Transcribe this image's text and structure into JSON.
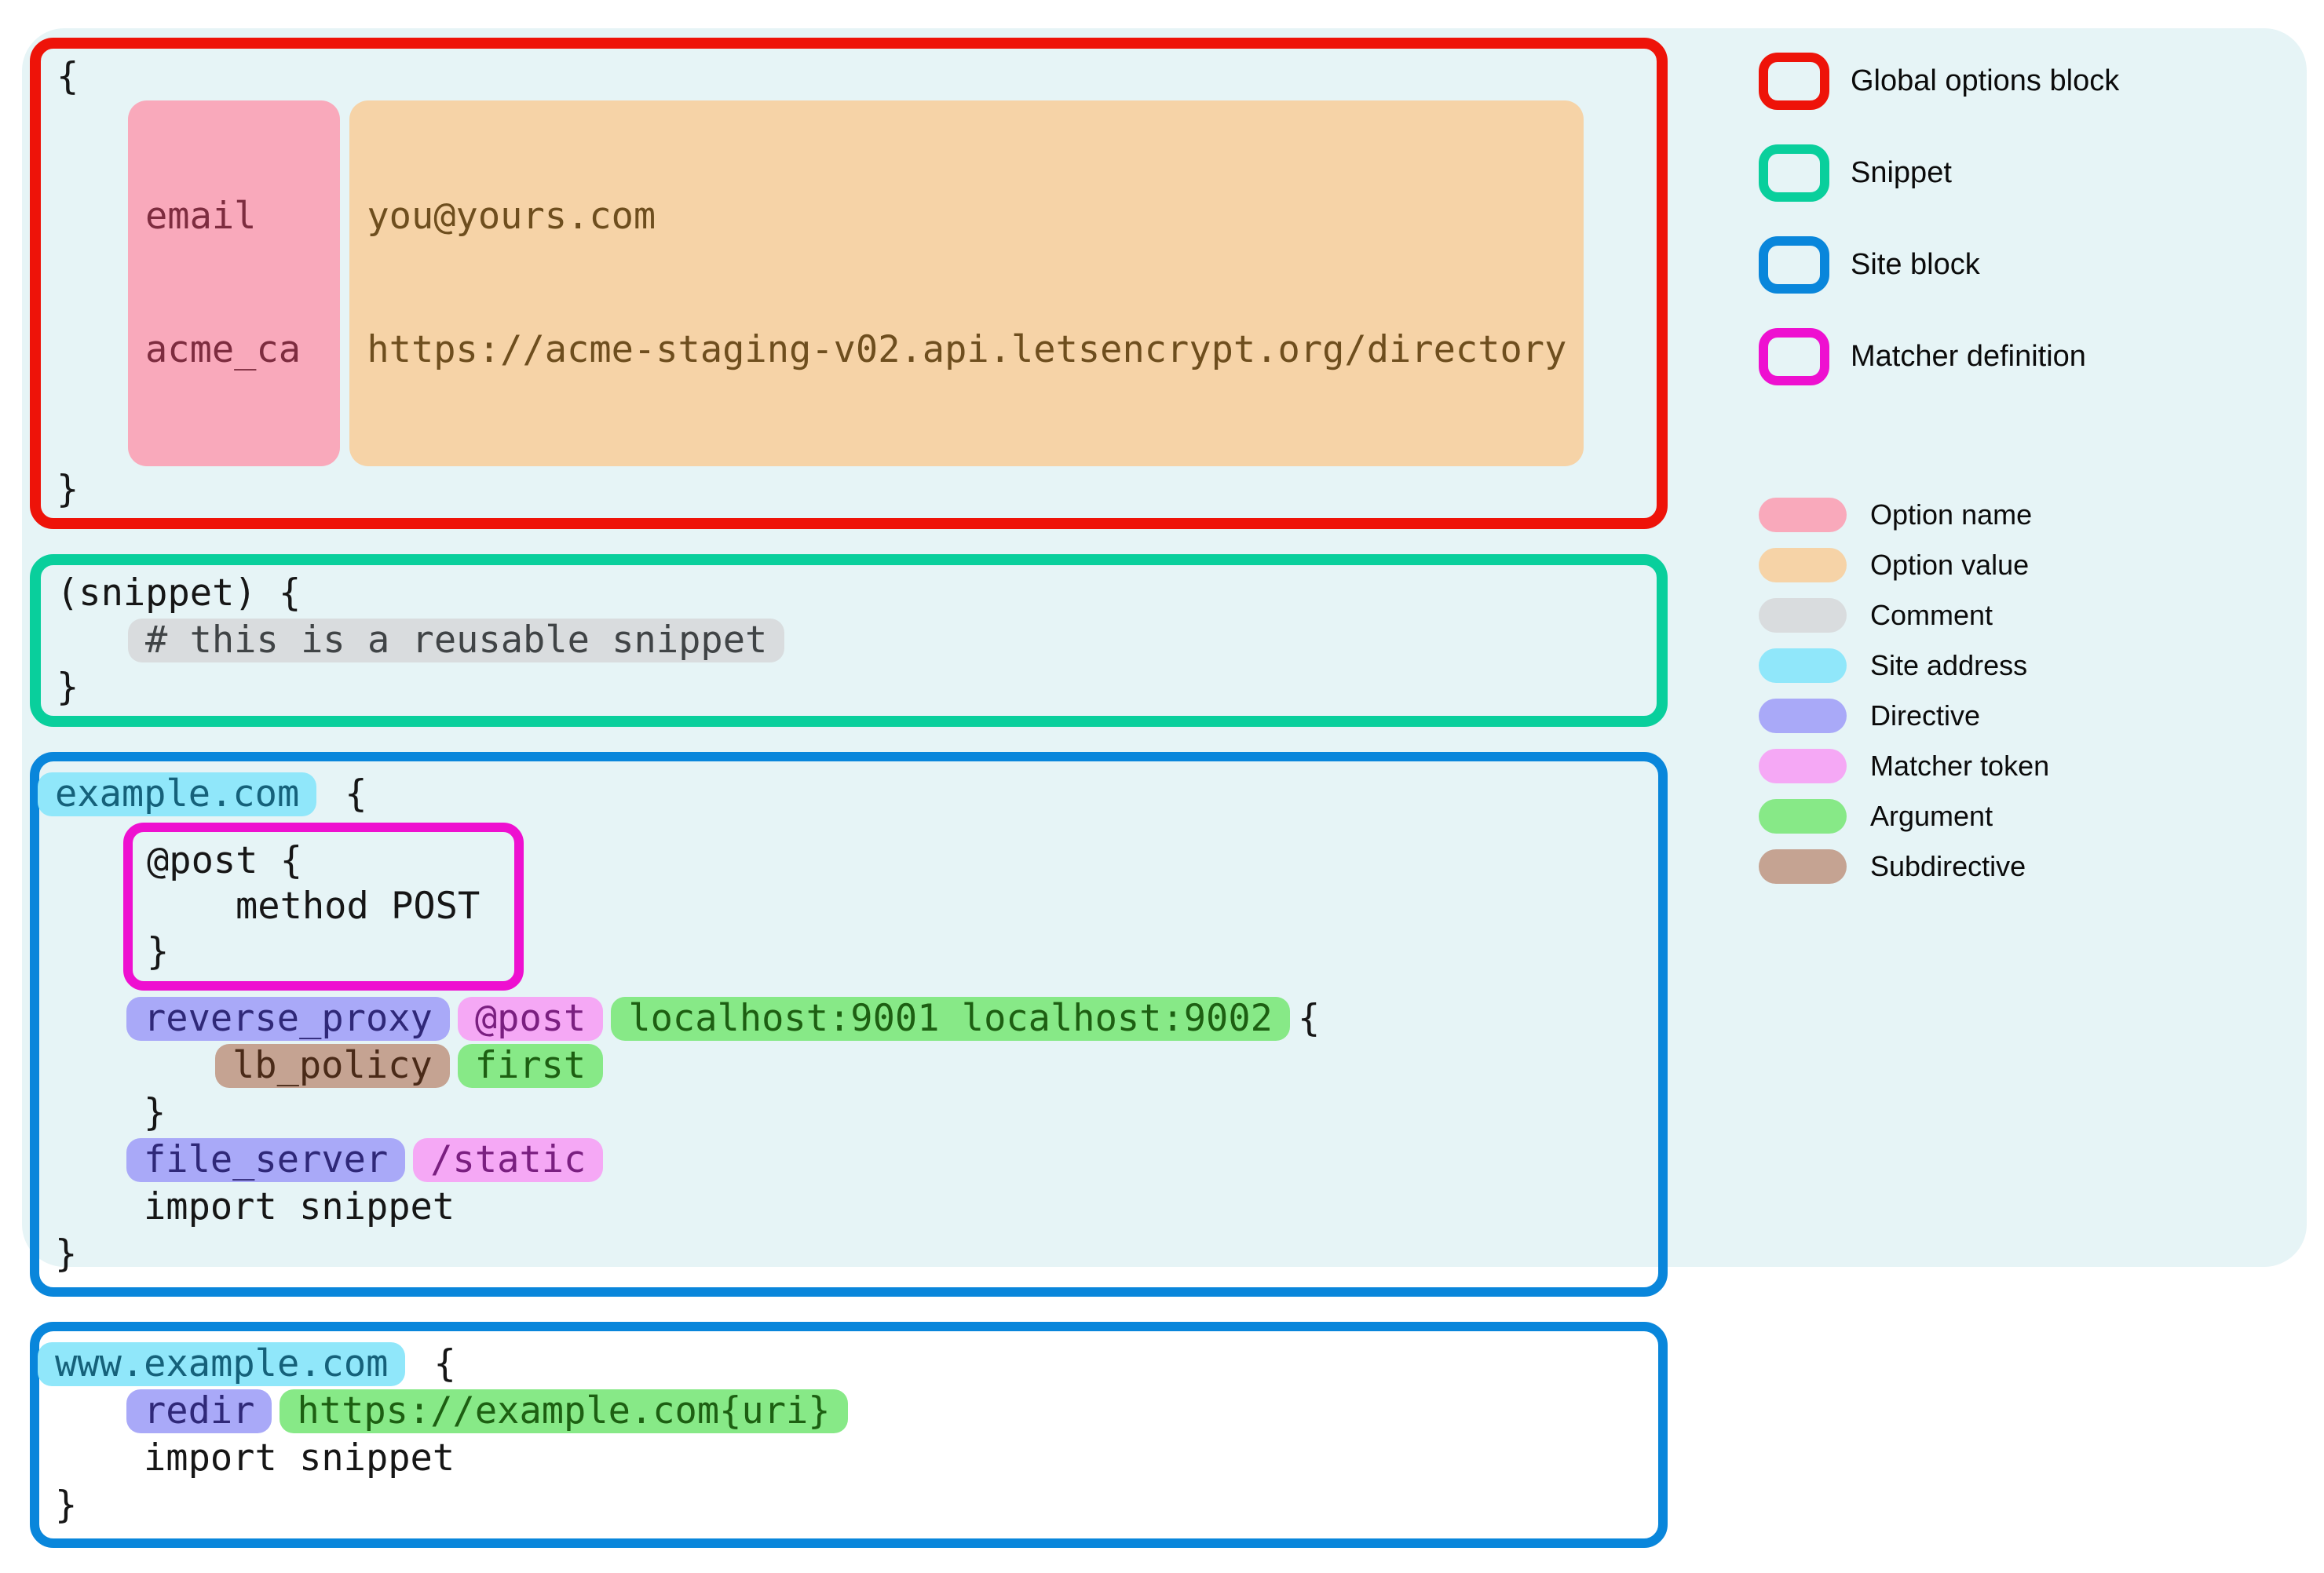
{
  "colors": {
    "page_bg": "#ffffff",
    "canvas_bg": "#e6f4f6",
    "code_text": "#161616",
    "global_options_border": "#ee1309",
    "snippet_border": "#09cf9c",
    "site_border": "#0986db",
    "matcher_border": "#ee10d0",
    "option_name_bg": "#f9a9bb",
    "option_name_text": "#7d2c3f",
    "option_value_bg": "#f6d3a7",
    "option_value_text": "#6e4e1e",
    "comment_bg": "#d9dcde",
    "comment_text": "#404446",
    "site_address_bg": "#90e7fa",
    "site_address_text": "#15617a",
    "directive_bg": "#a9a9f8",
    "directive_text": "#2f2878",
    "matcher_token_bg": "#f5a8f5",
    "matcher_token_text": "#7a1f80",
    "argument_bg": "#87e987",
    "argument_text": "#1d5f12",
    "subdirective_bg": "#c5a392",
    "subdirective_text": "#4a2a18",
    "legend_text": "#0b0b0b"
  },
  "code": {
    "global_block": {
      "open_brace": "{",
      "options": [
        {
          "name": "email",
          "value": "you@yours.com"
        },
        {
          "name": "acme_ca",
          "value": "https://acme-staging-v02.api.letsencrypt.org/directory"
        }
      ],
      "close_brace": "}"
    },
    "snippet_block": {
      "header": "(snippet) {",
      "comment": "# this is a reusable snippet",
      "close_brace": "}"
    },
    "site_block_1": {
      "address": "example.com",
      "open_brace": "{",
      "matcher_definition": {
        "header": "@post {",
        "body": "method POST",
        "close_brace": "}"
      },
      "reverse_proxy": {
        "directive": "reverse_proxy",
        "matcher": "@post",
        "arguments": "localhost:9001 localhost:9002",
        "open_brace": "{"
      },
      "load_balancing": {
        "subdirective": "lb_policy",
        "argument": "first"
      },
      "reverse_proxy_close_brace": "}",
      "file_server": {
        "directive": "file_server",
        "matcher": "/static"
      },
      "import_statement": "import snippet",
      "close_brace": "}"
    },
    "site_block_2": {
      "address": "www.example.com",
      "open_brace": "{",
      "redirect": {
        "directive": "redir",
        "argument": "https://example.com{uri}"
      },
      "import_statement": "import snippet",
      "close_brace": "}"
    }
  },
  "legend": {
    "outline_items": [
      "Global options block",
      "Snippet",
      "Site block",
      "Matcher definition"
    ],
    "chip_items": [
      "Option name",
      "Option value",
      "Comment",
      "Site address",
      "Directive",
      "Matcher token",
      "Argument",
      "Subdirective"
    ]
  }
}
